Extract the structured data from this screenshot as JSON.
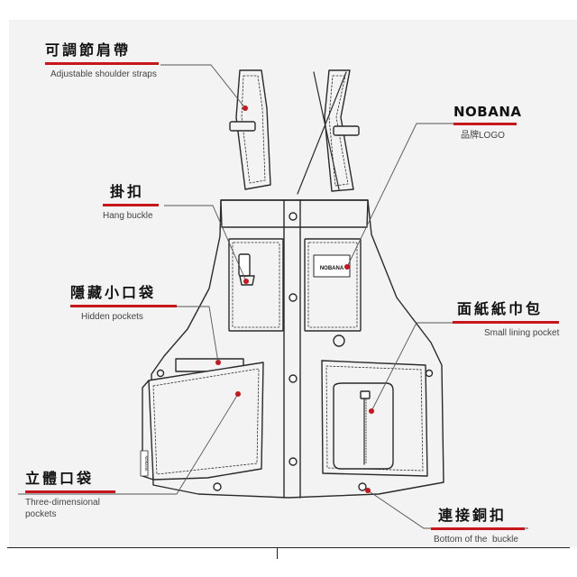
{
  "accent_color": "#c8161d",
  "labels": {
    "shoulder": {
      "zh": "可調節肩帶",
      "en": "Adjustable shoulder straps"
    },
    "logo": {
      "zh": "NOBANA",
      "en": "品牌LOGO"
    },
    "buckle": {
      "zh": "掛扣",
      "en": "Hang buckle"
    },
    "hidden": {
      "zh": "隱藏小口袋",
      "en": "Hidden pockets"
    },
    "lining": {
      "zh": "面紙紙巾包",
      "en": "Small lining pocket"
    },
    "three_d": {
      "zh": "立體口袋",
      "en": "Three-dimensional pockets"
    },
    "bottom": {
      "zh": "連接銅扣",
      "en": "Bottom of the  buckle"
    }
  },
  "vest_marks": {
    "patch_logo": "NOBANA",
    "side_tag": "NOBANA"
  }
}
